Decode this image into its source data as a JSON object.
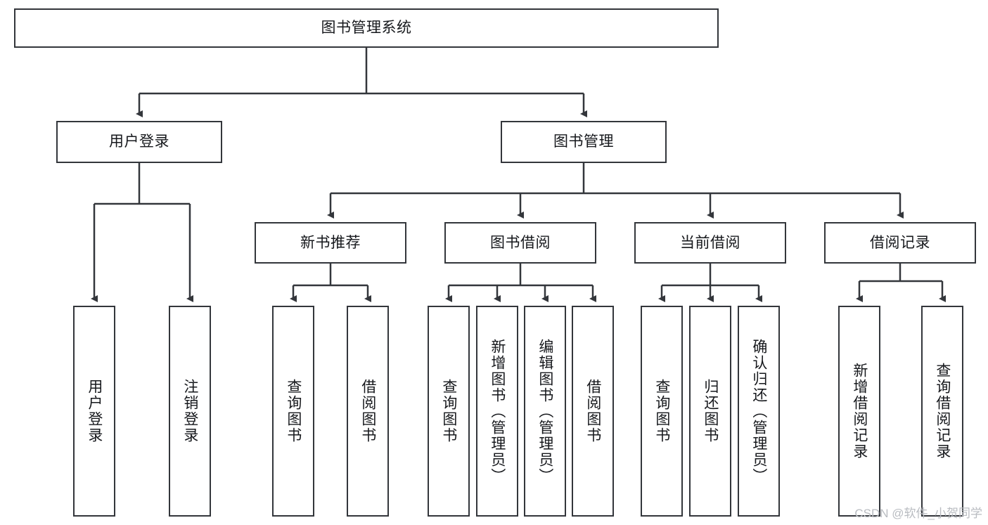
{
  "diagram": {
    "type": "tree",
    "title": "图书管理系统",
    "theme": {
      "background": "#ffffff",
      "box_border": "#33363b",
      "box_fill": "#ffffff",
      "text": "#16181c",
      "connector": "#33363b",
      "watermark": "#b9bcc1"
    },
    "root": {
      "label": "图书管理系统"
    },
    "level2": [
      {
        "label": "用户登录"
      },
      {
        "label": "图书管理"
      }
    ],
    "level3": [
      {
        "label": "新书推荐"
      },
      {
        "label": "图书借阅"
      },
      {
        "label": "当前借阅"
      },
      {
        "label": "借阅记录"
      }
    ],
    "leaves": {
      "user_login": [
        {
          "label": "用户登录"
        },
        {
          "label": "注销登录"
        }
      ],
      "new_book_recommend": [
        {
          "label": "查询图书"
        },
        {
          "label": "借阅图书"
        }
      ],
      "book_borrow": [
        {
          "label": "查询图书"
        },
        {
          "label": "新增图书（管理员）"
        },
        {
          "label": "编辑图书（管理员）"
        },
        {
          "label": "借阅图书"
        }
      ],
      "current_borrow": [
        {
          "label": "查询图书"
        },
        {
          "label": "归还图书"
        },
        {
          "label": "确认归还（管理员）"
        }
      ],
      "borrow_record": [
        {
          "label": "新增借阅记录"
        },
        {
          "label": "查询借阅记录"
        }
      ]
    }
  },
  "watermark": {
    "text": "CSDN @软件_小贺同学"
  }
}
